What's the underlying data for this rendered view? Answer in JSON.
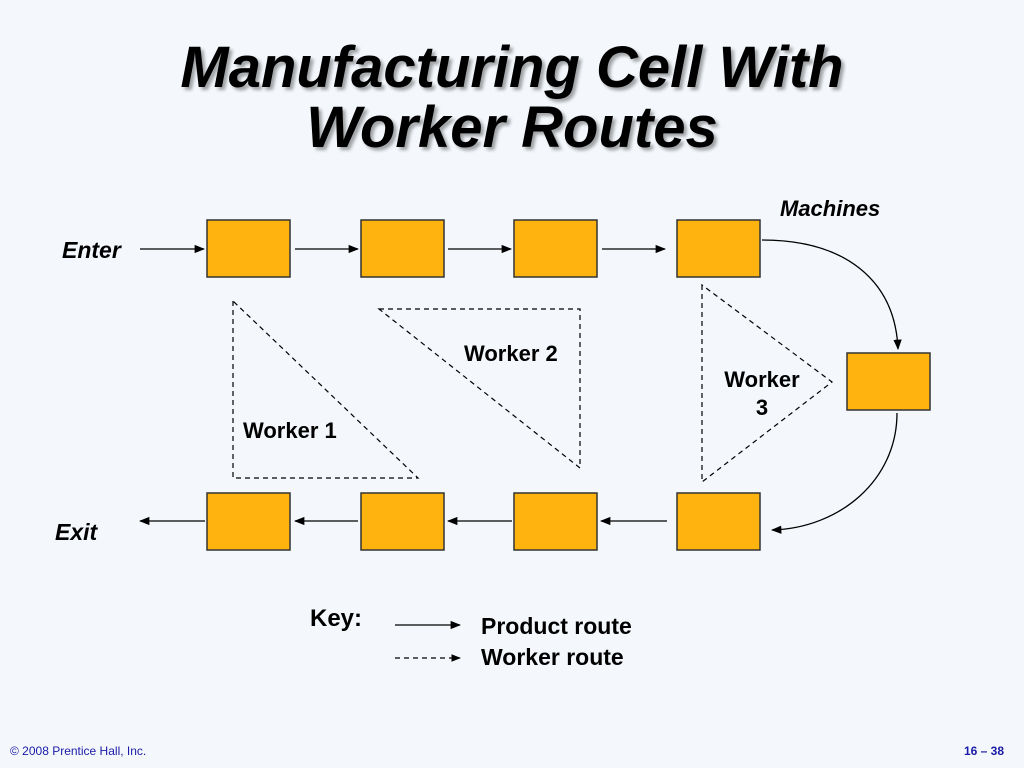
{
  "title": {
    "line1": "Manufacturing Cell With",
    "line2": "Worker Routes"
  },
  "labels": {
    "machines": "Machines",
    "enter": "Enter",
    "exit": "Exit",
    "worker1": "Worker 1",
    "worker2": "Worker 2",
    "worker3_line1": "Worker",
    "worker3_line2": "3"
  },
  "key": {
    "title": "Key:",
    "product_route": "Product route",
    "worker_route": "Worker route"
  },
  "footer": {
    "copyright": "© 2008 Prentice Hall, Inc.",
    "page": "16 – 38"
  },
  "colors": {
    "machine_fill": "#FFB30F",
    "machine_stroke": "#333333",
    "background": "#F4F8FC",
    "footer_text": "#1A1AA6"
  }
}
